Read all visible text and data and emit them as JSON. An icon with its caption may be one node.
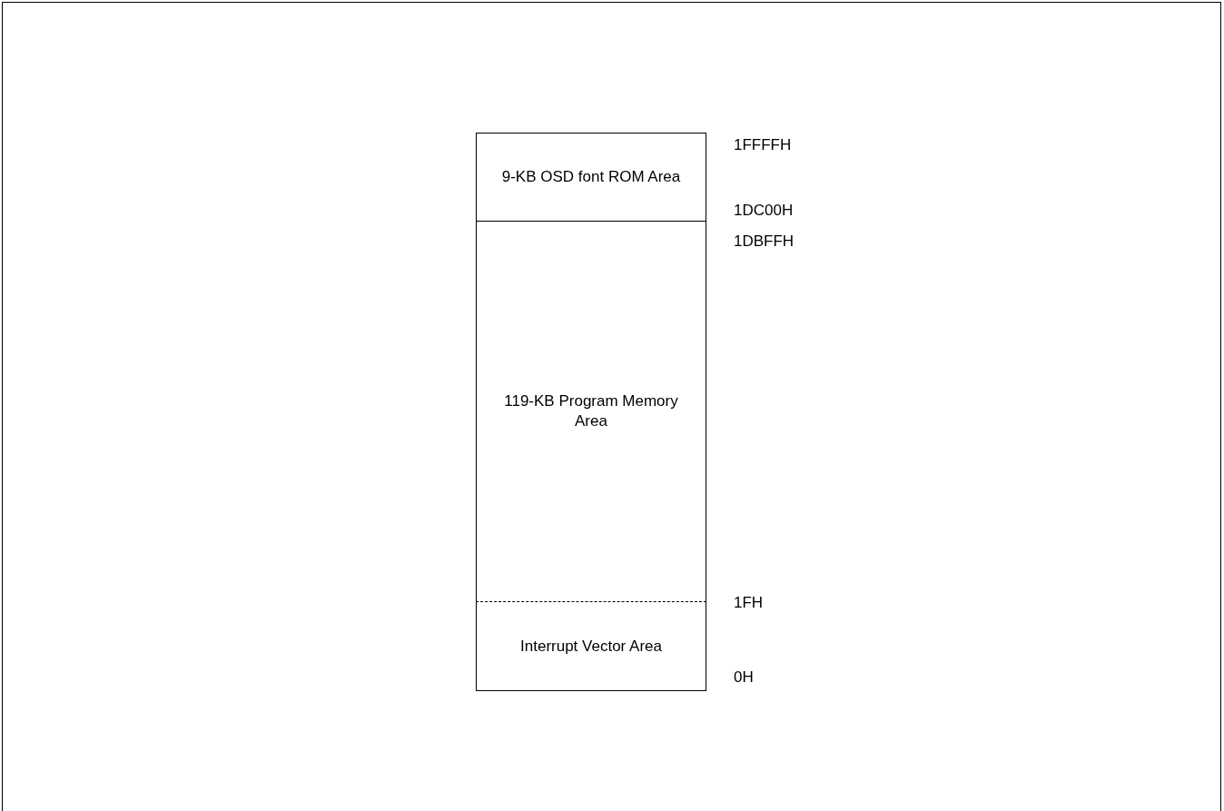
{
  "diagram": {
    "nodes": [
      {
        "text": [
          "9-KB OSD font ROM Area"
        ]
      },
      {
        "text": [
          "119-KB Program Memory Area"
        ]
      },
      {
        "text": [
          "Interrupt Vector Area"
        ]
      }
    ],
    "labels": [
      "1FFFFH",
      "1DC00H",
      "1DBFFH",
      "1FH",
      "0H"
    ]
  }
}
